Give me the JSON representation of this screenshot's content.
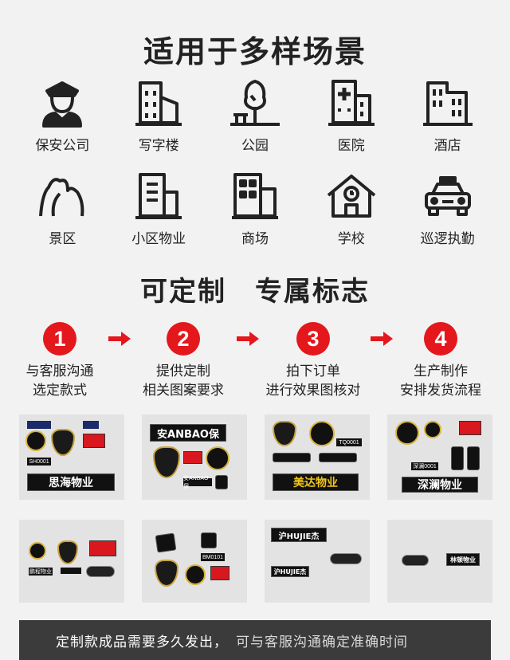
{
  "section1": {
    "title": "适用于多样场景",
    "scenes": [
      {
        "label": "保安公司",
        "icon": "security-guard-icon"
      },
      {
        "label": "写字楼",
        "icon": "office-building-icon"
      },
      {
        "label": "公园",
        "icon": "park-tree-icon"
      },
      {
        "label": "医院",
        "icon": "hospital-icon"
      },
      {
        "label": "酒店",
        "icon": "hotel-icon"
      },
      {
        "label": "景区",
        "icon": "scenic-mountain-icon"
      },
      {
        "label": "小区物业",
        "icon": "residential-building-icon"
      },
      {
        "label": "商场",
        "icon": "mall-icon"
      },
      {
        "label": "学校",
        "icon": "school-icon"
      },
      {
        "label": "巡逻执勤",
        "icon": "patrol-car-icon"
      }
    ]
  },
  "section2": {
    "title_left": "可定制",
    "title_right": "专属标志",
    "accent": "#e4171c",
    "steps": [
      {
        "number": "1",
        "line1": "与客服沟通",
        "line2": "选定款式"
      },
      {
        "number": "2",
        "line1": "提供定制",
        "line2": "相关图案要求"
      },
      {
        "number": "3",
        "line1": "拍下订单",
        "line2": "进行效果图核对"
      },
      {
        "number": "4",
        "line1": "生产制作",
        "line2": "安排发货流程"
      }
    ]
  },
  "samples": {
    "s1": {
      "name": "思海物业",
      "tag": "SH0001"
    },
    "s2": {
      "top": "安ANBAO保",
      "label": "安ANBAO保"
    },
    "s3": {
      "name": "美达物业",
      "tag": "TQ0001"
    },
    "s4": {
      "name": "深澜物业",
      "tag": "深澜0001"
    },
    "s5": {
      "name": "鹏程物业"
    },
    "s6": {
      "tag": "BM0101"
    },
    "s7": {
      "top": "沪HUJIE杰",
      "bottom": "沪HUJIE杰"
    },
    "s8": {
      "name": "林顿物业"
    }
  },
  "footer": {
    "text": "定制款成品需要多久发出，",
    "ghost": "可与客服沟通确定准确时间"
  }
}
